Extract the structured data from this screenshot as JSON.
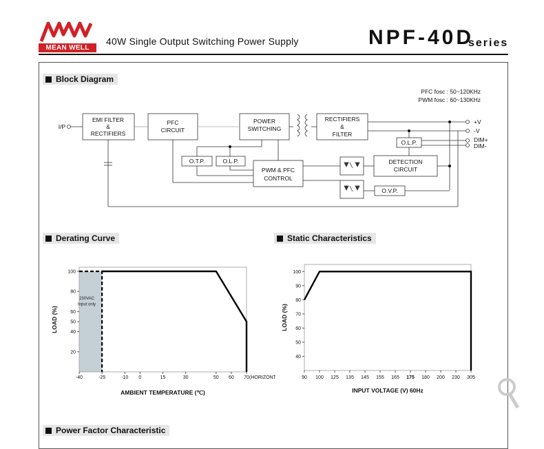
{
  "header": {
    "logo_text": "MEAN WELL",
    "product_title": "40W Single Output Switching Power Supply",
    "model": "NPF-40D",
    "series": "series"
  },
  "sections": {
    "block_diagram": "Block Diagram",
    "derating": "Derating Curve",
    "static": "Static Characteristics",
    "power_factor": "Power Factor Characteristic"
  },
  "block_diagram": {
    "pfc_fosc": "PFC fosc : 50~120KHz",
    "pwm_fosc": "PWM fosc : 60~130KHz",
    "ip": "I/P",
    "emi_1": "EMI FILTER",
    "emi_2": "&",
    "emi_3": "RECTIFIERS",
    "pfc_1": "PFC",
    "pfc_2": "CIRCUIT",
    "power_1": "POWER",
    "power_2": "SWITCHING",
    "rect_1": "RECTIFIERS",
    "rect_2": "&",
    "rect_3": "FILTER",
    "plus_v": "+V",
    "minus_v": "-V",
    "dim_plus": "DIM+",
    "dim_minus": "DIM-",
    "olp_out": "O.L.P.",
    "otp": "O.T.P.",
    "olp": "O.L.P.",
    "pwm_1": "PWM & PFC",
    "pwm_2": "CONTROL",
    "detect_1": "DETECTION",
    "detect_2": "CIRCUIT",
    "ovp": "O.V.P."
  },
  "chart_data": [
    {
      "type": "line",
      "title": "Derating Curve",
      "xlabel": "AMBIENT TEMPERATURE (℃)",
      "ylabel": "LOAD (%)",
      "x_unit_label": "(HORIZONTAL)",
      "x_ticks": [
        "-40",
        "-25",
        "-10",
        "0",
        "15",
        "30",
        "50",
        "60",
        "70"
      ],
      "y_ticks": [
        "20",
        "40",
        "50",
        "60",
        "80",
        "100"
      ],
      "xlim": [
        -40,
        70
      ],
      "ylim": [
        0,
        100
      ],
      "series": [
        {
          "values": [
            [
              -25,
              100
            ],
            [
              50,
              100
            ],
            [
              70,
              50
            ],
            [
              70,
              0
            ]
          ]
        }
      ],
      "annotation": [
        "230VAC",
        "Input only"
      ],
      "shaded_range": [
        -40,
        -25
      ],
      "colors": {
        "line": "#000000",
        "shade": "#c5cfd6"
      }
    },
    {
      "type": "line",
      "title": "Static Characteristics",
      "xlabel": "INPUT VOLTAGE (V) 60Hz",
      "ylabel": "LOAD (%)",
      "x_ticks": [
        "90",
        "100",
        "125",
        "135",
        "145",
        "155",
        "165",
        "175",
        "180",
        "200",
        "230",
        "305"
      ],
      "y_ticks": [
        "40",
        "50",
        "60",
        "70",
        "80",
        "90",
        "100"
      ],
      "ylim": [
        30,
        105
      ],
      "series": [
        {
          "values": [
            [
              90,
              80
            ],
            [
              100,
              100
            ],
            [
              305,
              100
            ],
            [
              305,
              30
            ]
          ]
        }
      ],
      "colors": {
        "line": "#000000"
      }
    }
  ]
}
